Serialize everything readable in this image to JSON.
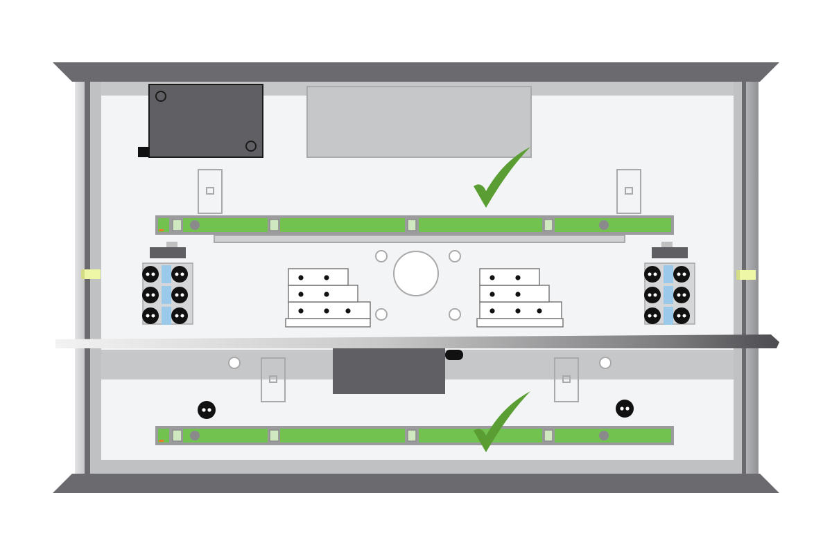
{
  "diagram": {
    "subject": "enclosure-layout",
    "colors": {
      "frame": "#6b6b6f",
      "frame_light": "#bfc1c3",
      "panel": "#f3f4f6",
      "plate": "#c6c7c9",
      "module": "#606064",
      "rail_green": "#72c24f",
      "rail_gray": "#9b9b9d",
      "check": "#5a9e33",
      "terminal_blue": "#9bc9ea",
      "led": "#eef7a6",
      "led_marker": "#f07828"
    },
    "icons": [
      "check-mark-icon",
      "check-mark-icon"
    ],
    "rails": [
      {
        "name": "upper-din-rail",
        "status": "ok"
      },
      {
        "name": "lower-din-rail",
        "status": "ok"
      }
    ]
  }
}
